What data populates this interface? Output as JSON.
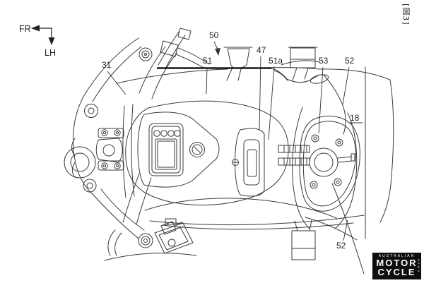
{
  "figure": {
    "tag": "[図3]"
  },
  "orientation": {
    "front_label": "FR",
    "left_label": "LH"
  },
  "part_labels": [
    {
      "text": "31"
    },
    {
      "text": "50"
    },
    {
      "text": "51"
    },
    {
      "text": "47"
    },
    {
      "text": "51a"
    },
    {
      "text": "53"
    },
    {
      "text": "52"
    },
    {
      "text": "18"
    },
    {
      "text": "52"
    }
  ],
  "watermark": {
    "banner": "AUSTRALIAN",
    "word1": "MOTOR",
    "word2": "CYCLE",
    "side": "NEWS"
  },
  "colors": {
    "background": "#ffffff",
    "line": "#3a3a3a",
    "bold_line": "#161616",
    "label_text": "#1f1f1f",
    "logo_bg": "#0e0e0e",
    "logo_text": "#ffffff"
  }
}
